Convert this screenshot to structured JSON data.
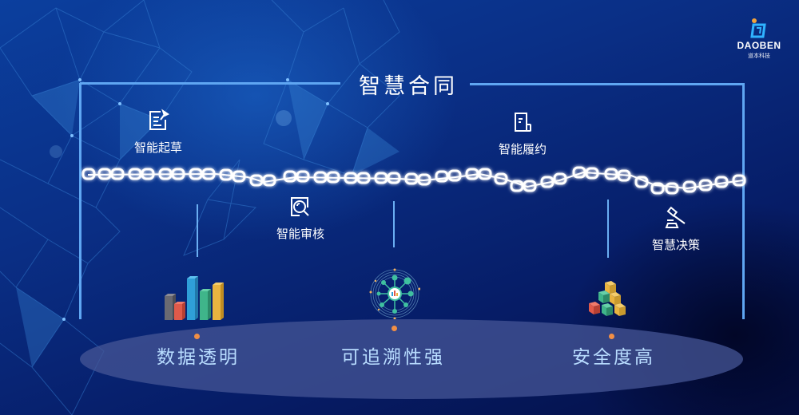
{
  "logo": {
    "brand": "DAOBEN",
    "subtitle": "道本科技",
    "icon": "daoben-logo-icon"
  },
  "title": "智慧合同",
  "colors": {
    "frame_line": "#5fa6f2",
    "accent_dot": "#f28f45",
    "bottom_text": "#b8dcff",
    "background": "#0a2f86"
  },
  "features_top": [
    {
      "label": "智能起草",
      "icon": "edit-document-icon"
    },
    {
      "label": "智能履约",
      "icon": "document-scroll-icon"
    }
  ],
  "features_bottom": [
    {
      "label": "智能审核",
      "icon": "search-document-icon"
    },
    {
      "label": "智慧决策",
      "icon": "gavel-icon"
    }
  ],
  "chain_icon": "blockchain-chain-icon",
  "benefits": [
    {
      "label": "数据透明",
      "icon": "bar-chart-3d-icon"
    },
    {
      "label": "可追溯性强",
      "icon": "network-node-icon"
    },
    {
      "label": "安全度高",
      "icon": "stacked-cubes-icon"
    }
  ]
}
